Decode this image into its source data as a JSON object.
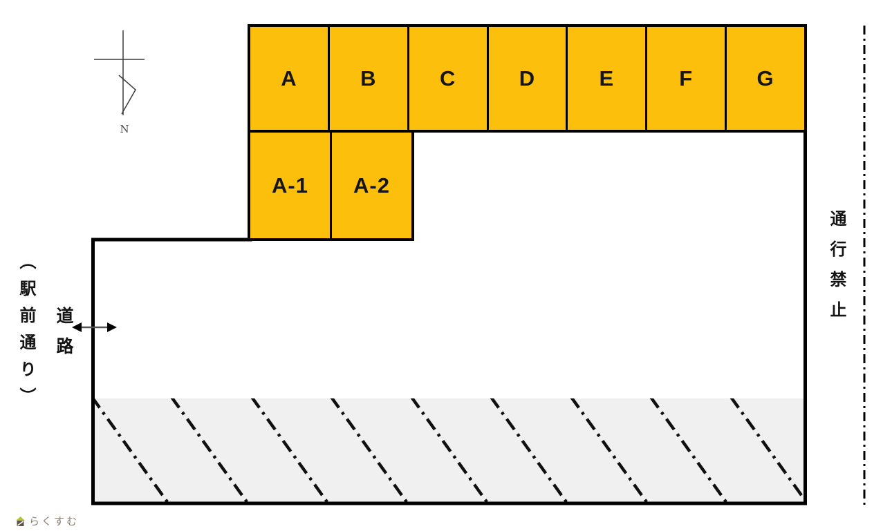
{
  "compass": {
    "label": "N"
  },
  "parking": {
    "row1": [
      "A",
      "B",
      "C",
      "D",
      "E",
      "F",
      "G"
    ],
    "row2": [
      "A-1",
      "A-2"
    ]
  },
  "labels": {
    "street": "（駅前通り）",
    "road": "道路",
    "no_through": "通行禁止"
  },
  "logo": {
    "name": "らくすむ"
  },
  "colors": {
    "space_fill": "#FCBF0B",
    "hatch_background": "#F0F0F0",
    "boundary_line": "#000000",
    "logo_roof_green": "#B3C62F",
    "logo_text_brown": "#8B7D71"
  }
}
